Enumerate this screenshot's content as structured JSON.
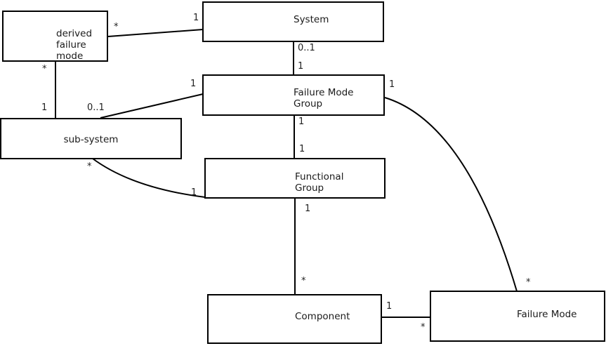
{
  "diagram": {
    "colors": {
      "background": "#ffffff",
      "line": "#000000",
      "text": "#1a1a1a"
    },
    "nodes": {
      "derived_failure_mode": {
        "label": "derived\nfailure\nmode"
      },
      "system": {
        "label": "System"
      },
      "failure_mode_group": {
        "label": "Failure Mode\nGroup"
      },
      "sub_system": {
        "label": "sub-system"
      },
      "functional_group": {
        "label": "Functional\nGroup"
      },
      "component": {
        "label": "Component"
      },
      "failure_mode": {
        "label": "Failure Mode"
      }
    },
    "multiplicities": {
      "dfm_system_src": "*",
      "dfm_system_tgt": "1",
      "system_fmg_src": "0..1",
      "system_fmg_tgt": "1",
      "dfm_subsystem_src": "*",
      "dfm_subsystem_tgt": "1",
      "subsystem_fmg_src": "0..1",
      "subsystem_fmg_tgt": "1",
      "fmg_functional_src": "1",
      "fmg_functional_tgt": "1",
      "subsystem_functional_src": "*",
      "subsystem_functional_tgt": "1",
      "functional_component_src": "1",
      "functional_component_tgt": "*",
      "component_failuremode_src": "1",
      "component_failuremode_tgt": "*",
      "fmg_failuremode_src": "1",
      "fmg_failuremode_tgt": "*"
    }
  }
}
